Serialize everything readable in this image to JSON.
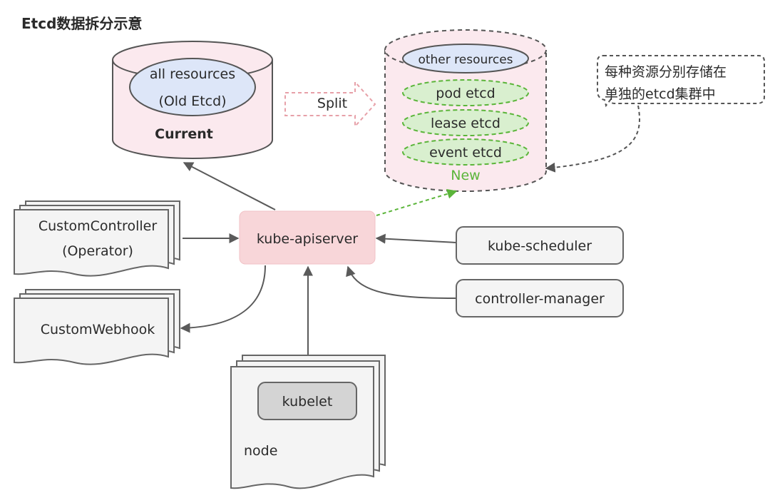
{
  "title": "Etcd数据拆分示意",
  "current_etcd": {
    "inner_line1": "all resources",
    "inner_line2": "(Old Etcd)",
    "label": "Current"
  },
  "split_label": "Split",
  "new_etcd": {
    "other": "other resources",
    "pod": "pod etcd",
    "lease": "lease etcd",
    "event": "event etcd",
    "label": "New"
  },
  "callout": {
    "line1": "每种资源分别存储在",
    "line2": "单独的etcd集群中"
  },
  "apiserver": "kube-apiserver",
  "scheduler": "kube-scheduler",
  "controller_manager": "controller-manager",
  "custom_controller": {
    "line1": "CustomController",
    "line2": "(Operator)"
  },
  "custom_webhook": "CustomWebhook",
  "kubelet": "kubelet",
  "node": "node",
  "colors": {
    "pink_fill": "#f8d6d9",
    "cyl_fill": "#fbe9ee",
    "inner_blue": "#dde6f8",
    "green_fill": "#d9efcf",
    "green_text": "#5bb53a",
    "gray_box": "#f4f4f4",
    "arrow": "#5a5a5a"
  }
}
